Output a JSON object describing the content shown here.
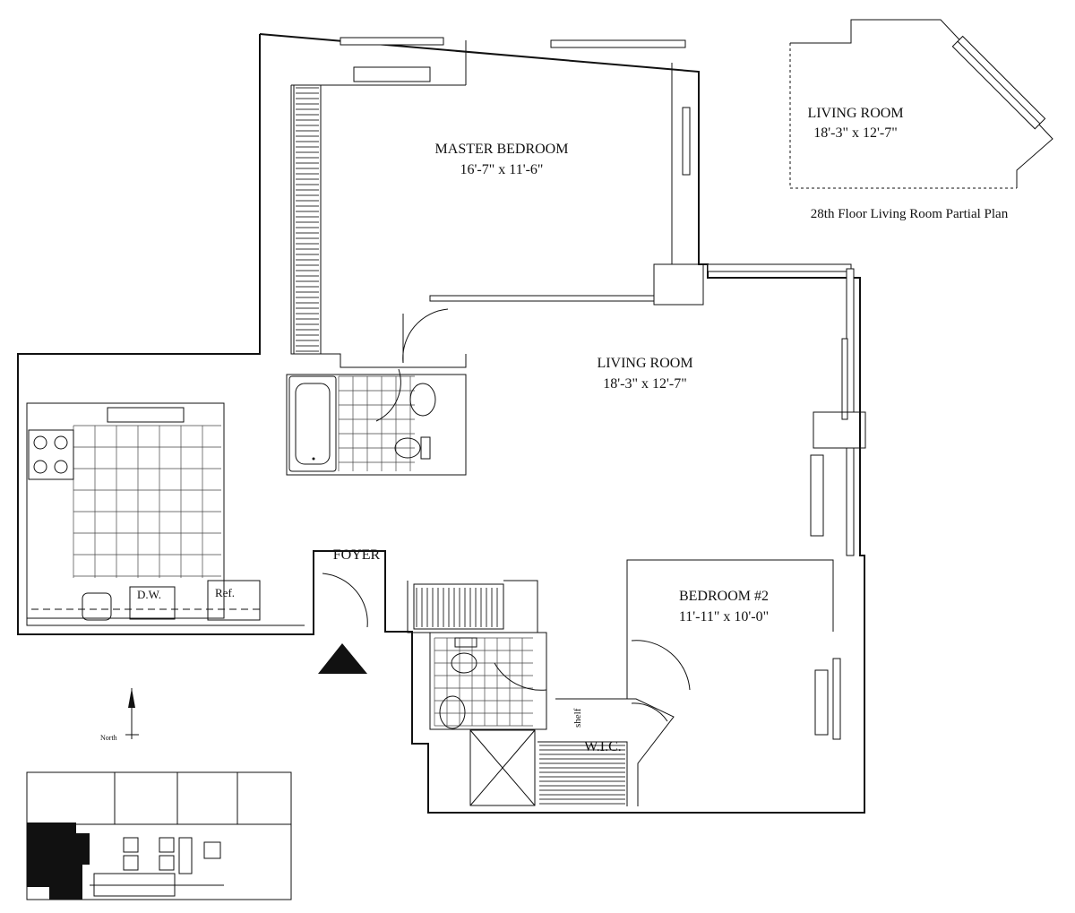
{
  "rooms": {
    "master_bedroom": {
      "name": "MASTER BEDROOM",
      "dims": "16'-7\" x 11'-6\""
    },
    "living_room": {
      "name": "LIVING ROOM",
      "dims": "18'-3\" x 12'-7\""
    },
    "bedroom2": {
      "name": "BEDROOM #2",
      "dims": "11'-11\" x 10'-0\""
    },
    "foyer": {
      "name": "FOYER"
    },
    "wic": {
      "name": "W.I.C."
    },
    "shelf": {
      "name": "shelf"
    }
  },
  "appliances": {
    "dishwasher": "D.W.",
    "refrigerator": "Ref."
  },
  "partial_plan": {
    "room_name": "LIVING ROOM",
    "room_dims": "18'-3\" x 12'-7\"",
    "caption": "28th Floor Living Room Partial Plan"
  },
  "compass": {
    "label": "North"
  },
  "colors": {
    "line": "#111111",
    "background": "#ffffff",
    "highlight": "#111111"
  }
}
